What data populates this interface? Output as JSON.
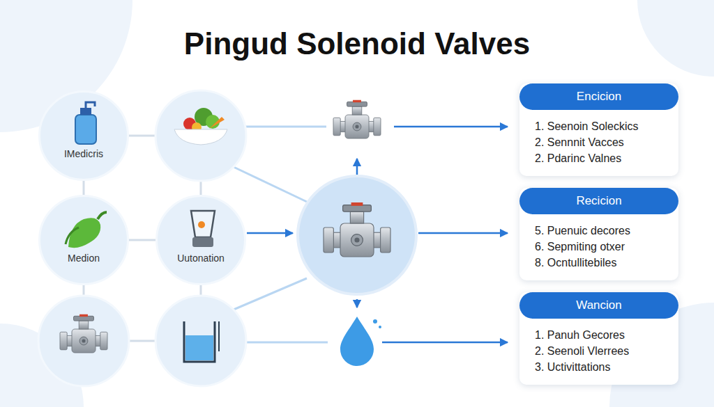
{
  "diagram": {
    "title": "Pingud Solenoid Valves",
    "nodes": [
      {
        "text": [
          "IMedicris"
        ]
      },
      {
        "text": [
          "Medion"
        ]
      },
      {
        "text": [
          "Uutonation"
        ]
      },
      {
        "text": [
          "Encicion",
          "1. Seenoin Soleckics",
          "2. Sennnit Vacces",
          "2. Pdarinc Valnes"
        ]
      },
      {
        "text": [
          "Recicion",
          "5. Puenuic decores",
          "6. Sepmiting otxer",
          "8. Ocntullitebiles"
        ]
      },
      {
        "text": [
          "Wancion",
          "1. Panuh Gecores",
          "2. Seenoli Vlerrees",
          "3. Uctivittations"
        ]
      }
    ],
    "edges": [
      {
        "from": 0,
        "to": 1,
        "arrow": "none"
      },
      {
        "from": 1,
        "to": 2,
        "arrow": "none"
      }
    ]
  }
}
